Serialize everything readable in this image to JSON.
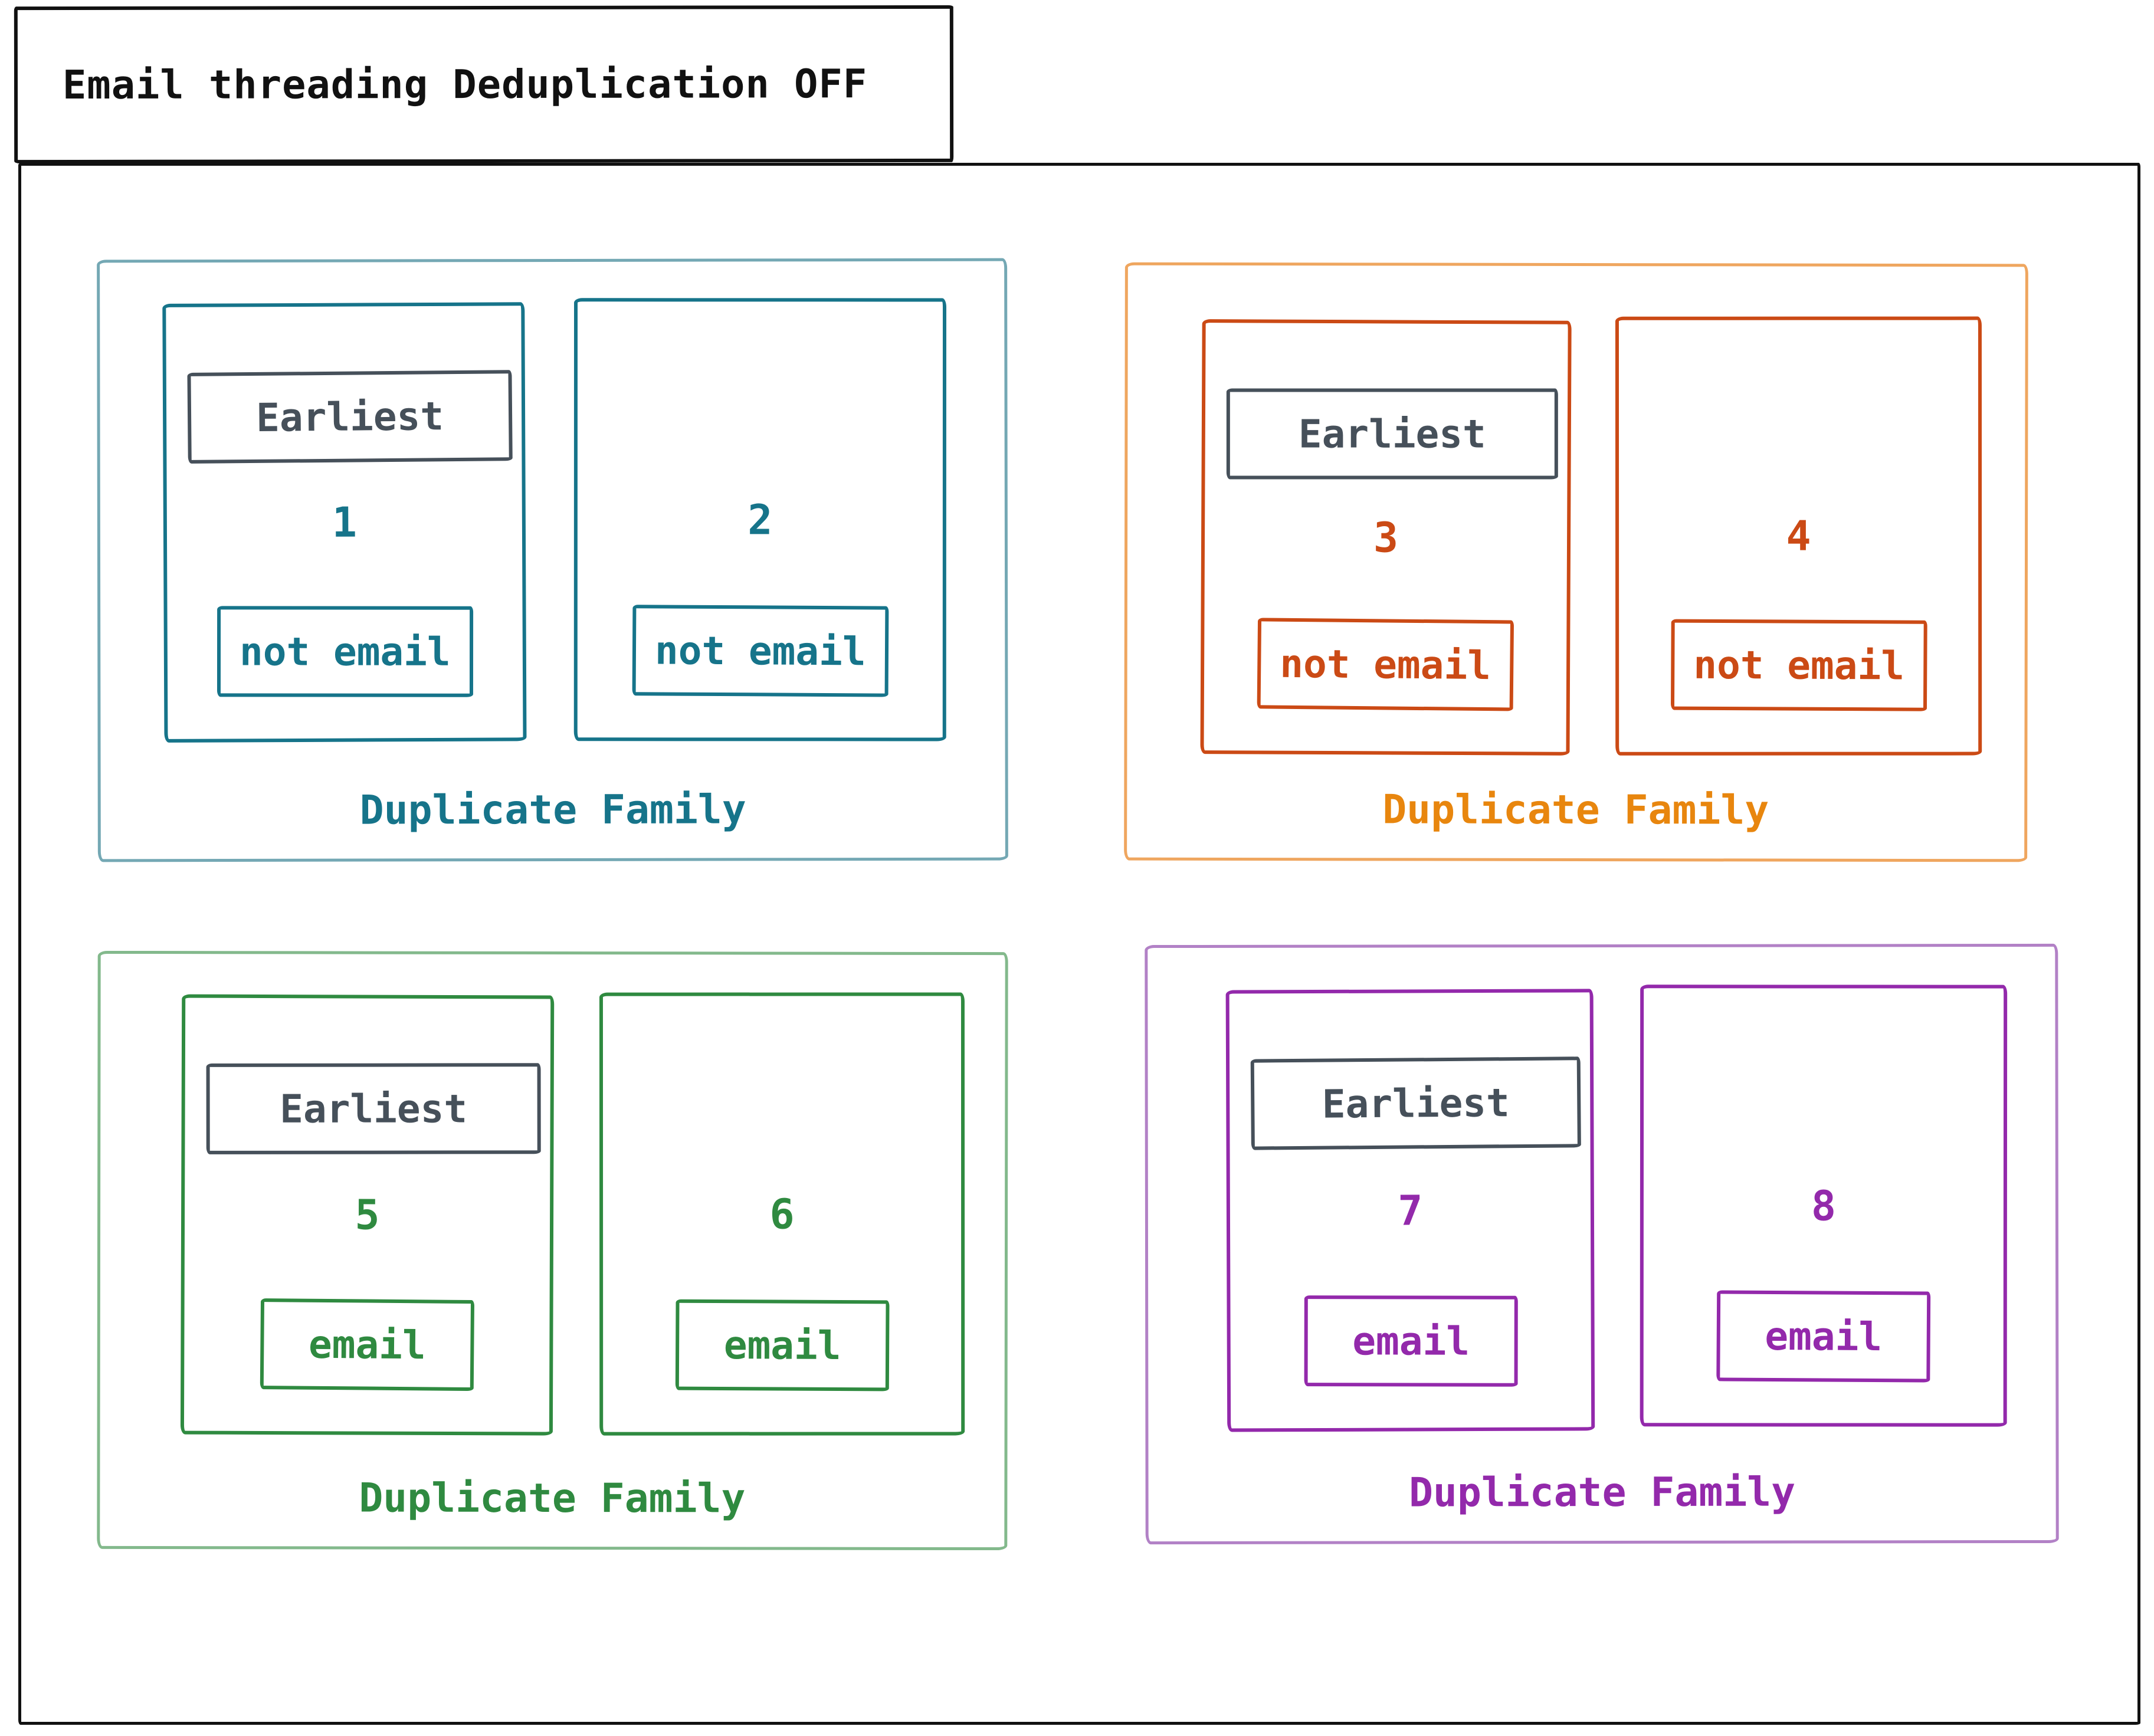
{
  "title": {
    "text": "Email threading Deduplication OFF"
  },
  "earliest_label": "Earliest",
  "colors": {
    "frame": "#111111",
    "earliest": "#46505a",
    "background": "#ffffff"
  },
  "families": [
    {
      "label": "Duplicate Family",
      "colors": {
        "outer": "#74a8b4",
        "doc": "#16748a",
        "label": "#16748a"
      },
      "docs": [
        {
          "number": "1",
          "earliest": true,
          "badge": "not email"
        },
        {
          "number": "2",
          "earliest": false,
          "badge": "not email"
        }
      ]
    },
    {
      "label": "Duplicate Family",
      "colors": {
        "outer": "#efa65f",
        "doc": "#cb4a15",
        "label": "#e8860e"
      },
      "docs": [
        {
          "number": "3",
          "earliest": true,
          "badge": "not email"
        },
        {
          "number": "4",
          "earliest": false,
          "badge": "not email"
        }
      ]
    },
    {
      "label": "Duplicate Family",
      "colors": {
        "outer": "#83b98c",
        "doc": "#2f8a40",
        "label": "#2f8a40"
      },
      "docs": [
        {
          "number": "5",
          "earliest": true,
          "badge": "email"
        },
        {
          "number": "6",
          "earliest": false,
          "badge": "email"
        }
      ]
    },
    {
      "label": "Duplicate Family",
      "colors": {
        "outer": "#b281c6",
        "doc": "#9329ab",
        "label": "#9329ab"
      },
      "docs": [
        {
          "number": "7",
          "earliest": true,
          "badge": "email"
        },
        {
          "number": "8",
          "earliest": false,
          "badge": "email"
        }
      ]
    }
  ]
}
